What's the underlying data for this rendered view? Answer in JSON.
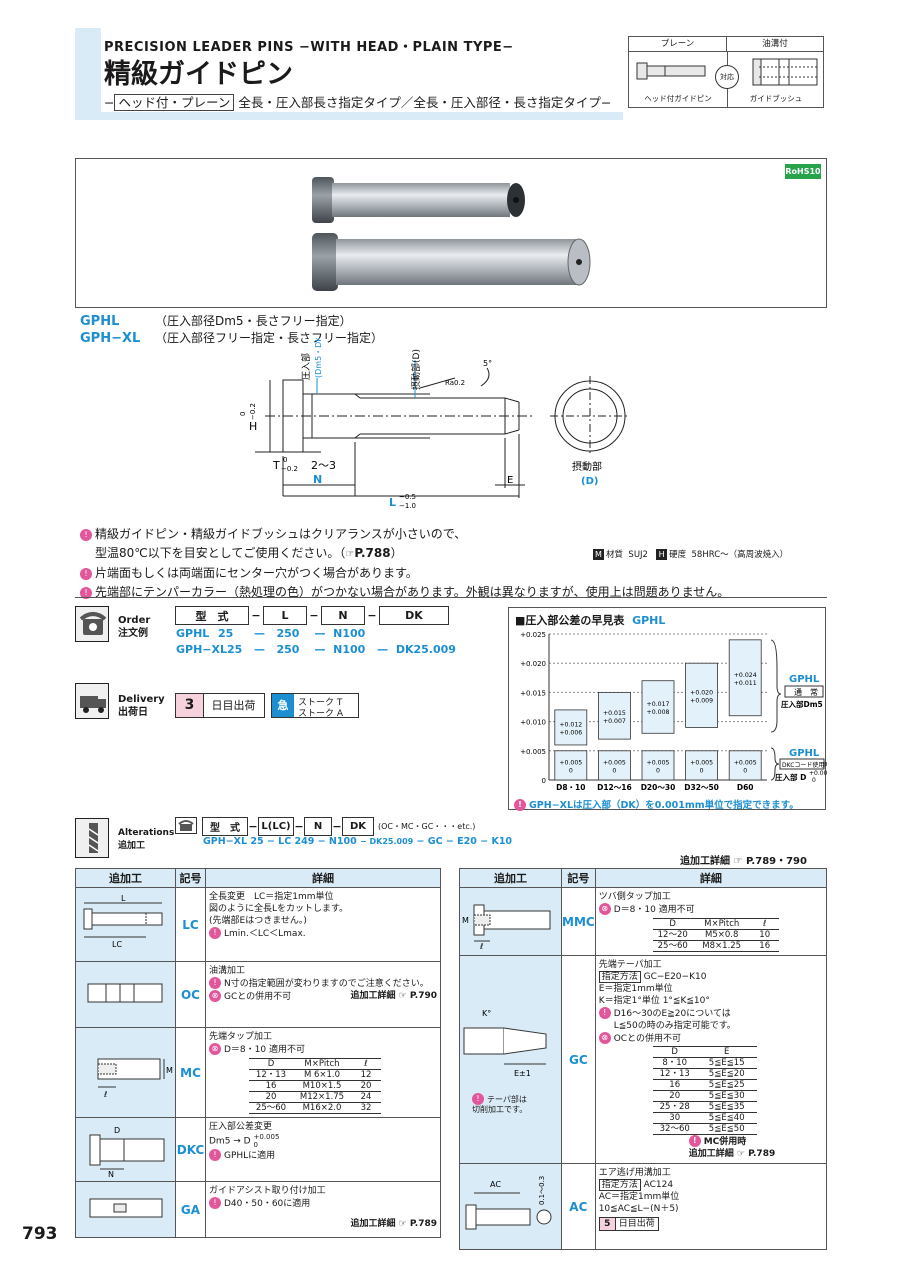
{
  "header": {
    "title_en": "PRECISION LEADER PINS −WITH HEAD・PLAIN TYPE−",
    "title_jp": "精級ガイドピン",
    "subtitle_tag": "ヘッド付・プレーン",
    "subtitle_rest": "全長・圧入部長さ指定タイプ／全長・圧入部径・長さ指定タイプ−"
  },
  "correspondence": {
    "col1": "プレーン",
    "col2": "油溝付",
    "badge": "対応",
    "cap1": "ヘッド付ガイドピン",
    "cap2": "ガイドブッシュ"
  },
  "rohs": "RoHS10",
  "codes": [
    {
      "code": "GPHL",
      "desc": "（圧入部径Dm5・長さフリー指定）"
    },
    {
      "code": "GPH−XL",
      "desc": "（圧入部径フリー指定・長さフリー指定）"
    }
  ],
  "drawing": {
    "press_label": "圧入部",
    "press_dim": "(Dm5・DK)",
    "slide_label": "摂動部(D)",
    "ra": "Ra0.2",
    "angle": "5°",
    "h_label": "H",
    "h_tol_top": "0",
    "h_tol_bot": "−0.2",
    "t_label": "T",
    "t_tol_top": "0",
    "t_tol_bot": "−0.2",
    "step": "2～3",
    "n": "N",
    "l": "L",
    "l_tol_top": "−0.5",
    "l_tol_bot": "−1.0",
    "e": "E",
    "circle_label": "摂動部",
    "circle_d": "(D)"
  },
  "notes": [
    "精級ガイドピン・精級ガイドブッシュはクリアランスが小さいので、",
    "型温80℃以下を目安としてご使用ください。（",
    "P.788",
    "片端面もしくは両端面にセンター穴がつく場合があります。",
    "先端部にテンパーカラー（熱処理の色）がつかない場合があります。外観は異なりますが、使用上は問題ありません。"
  ],
  "material": {
    "m_icon": "M",
    "m_label": "材質",
    "m_value": "SUJ2",
    "h_icon": "H",
    "h_label": "硬度",
    "h_value": "58HRC～（高周波焼入）"
  },
  "order": {
    "label_en": "Order",
    "label_jp": "注文例",
    "headers": [
      "型　式",
      "L",
      "N",
      "DK"
    ],
    "rows": [
      [
        "GPHL",
        "25",
        "250",
        "N100",
        ""
      ],
      [
        "GPH−XL25",
        "",
        "250",
        "N100",
        "DK25.009"
      ]
    ]
  },
  "delivery": {
    "label_en": "Delivery",
    "label_jp": "出荷日",
    "days": "3",
    "days_label": "日目出荷",
    "stroke_t": "ストーク T",
    "stroke_a": "ストーク A"
  },
  "chart_data": {
    "type": "bar",
    "title": "■圧入部公差の早見表",
    "title_code": "GPHL",
    "categories": [
      "D8・10",
      "D12～16",
      "D20～30",
      "D32～50",
      "D60"
    ],
    "y_ticks": [
      "+0.025",
      "+0.020",
      "+0.015",
      "+0.010",
      "+0.005",
      "0"
    ],
    "ylim": [
      0,
      0.025
    ],
    "series": [
      {
        "name": "GPHL 通常",
        "low": [
          0.006,
          0.007,
          0.008,
          0.009,
          0.011
        ],
        "high": [
          0.012,
          0.015,
          0.017,
          0.02,
          0.024
        ],
        "labels": [
          [
            "+0.012",
            "+0.006"
          ],
          [
            "+0.015",
            "+0.007"
          ],
          [
            "+0.017",
            "+0.008"
          ],
          [
            "+0.020",
            "+0.009"
          ],
          [
            "+0.024",
            "+0.011"
          ]
        ]
      },
      {
        "name": "GPHL DKC",
        "low": [
          0,
          0,
          0,
          0,
          0
        ],
        "high": [
          0.005,
          0.005,
          0.005,
          0.005,
          0.005
        ],
        "labels": [
          [
            "+0.005",
            "0"
          ],
          [
            "+0.005",
            "0"
          ],
          [
            "+0.005",
            "0"
          ],
          [
            "+0.005",
            "0"
          ],
          [
            "+0.005",
            "0"
          ]
        ]
      }
    ],
    "legend": {
      "gphl1": "GPHL",
      "normal": "通　常",
      "press_dm5": "圧入部Dm5",
      "gphl2": "GPHL",
      "dkc": "DKCコード使用時",
      "press_d": "圧入部 D",
      "tol_top": "+0.005",
      "tol_bot": "0"
    },
    "footnote": "GPH−XLは圧入部（DK）を0.001mm単位で指定できます。"
  },
  "alterations": {
    "label_en": "Alterations",
    "label_jp": "追加工",
    "headers": [
      "型　式",
      "L(LC)",
      "N",
      "DK"
    ],
    "etc": "(OC・MC・GC・・・etc.)",
    "example": [
      "GPH−XL 25",
      "− LC 249",
      "− N100",
      "− DK25.009",
      "− GC",
      "− E20",
      "− K10"
    ],
    "detail_ref": "追加工詳細",
    "detail_ref_page": "P.789・790"
  },
  "alt_table": {
    "col_h1": "追加工",
    "col_h2": "記号",
    "col_h3": "詳細",
    "lc": {
      "code": "LC",
      "fig_l": "L",
      "fig_lc": "LC",
      "lines": [
        "全長変更　LC＝指定1mm単位",
        "図のように全長Lをカットします。",
        "(先端部Eはつきません。)",
        "Lmin.＜LC＜Lmax."
      ]
    },
    "oc": {
      "code": "OC",
      "lines": [
        "油溝加工",
        "N寸の指定範囲が変わりますのでご注意ください。",
        "GCとの併用不可"
      ],
      "ref": "追加工詳細",
      "ref_page": "P.790"
    },
    "mc": {
      "code": "MC",
      "fig_l": "ℓ",
      "fig_m": "M",
      "lines": [
        "先端タップ加工",
        "D＝8・10 適用不可"
      ],
      "table_head": [
        "D",
        "M×Pitch",
        "ℓ"
      ],
      "table": [
        [
          "12・13",
          "M 6×1.0",
          "12"
        ],
        [
          "16",
          "M10×1.5",
          "20"
        ],
        [
          "20",
          "M12×1.75",
          "24"
        ],
        [
          "25～60",
          "M16×2.0",
          "32"
        ]
      ]
    },
    "dkc": {
      "code": "DKC",
      "fig_n": "N",
      "fig_d": "D",
      "lines": [
        "圧入部公差変更",
        "Dm5 → D",
        "GPHLに適用"
      ],
      "tol_top": "+0.005",
      "tol_bot": "0"
    },
    "ga": {
      "code": "GA",
      "lines": [
        "ガイドアシスト取り付け加工",
        "D40・50・60に適用"
      ],
      "ref": "追加工詳細",
      "ref_page": "P.789"
    },
    "mmc": {
      "code": "MMC",
      "fig_m": "M",
      "fig_l": "ℓ",
      "lines": [
        "ツバ側タップ加工",
        "D＝8・10 適用不可"
      ],
      "table_head": [
        "D",
        "M×Pitch",
        "ℓ"
      ],
      "table": [
        [
          "12～20",
          "M5×0.8",
          "10"
        ],
        [
          "25～60",
          "M8×1.25",
          "16"
        ]
      ]
    },
    "gc": {
      "code": "GC",
      "fig_k": "K°",
      "fig_e": "E±1",
      "fig_note1": "テーパ部は",
      "fig_note2": "切削加工です。",
      "title": "先端テーパ加工",
      "spec_label": "指定方法",
      "spec_value": "GC−E20−K10",
      "lines": [
        "E＝指定1mm単位",
        "K＝指定1°単位 1°≦K≦10°",
        "D16～30のE≧20については",
        "L≦50の時のみ指定可能です。",
        "OCとの併用不可"
      ],
      "table_head": [
        "D",
        "E"
      ],
      "table": [
        [
          "8・10",
          "5≦E≦15"
        ],
        [
          "12・13",
          "5≦E≦20"
        ],
        [
          "16",
          "5≦E≦25"
        ],
        [
          "20",
          "5≦E≦30"
        ],
        [
          "25・28",
          "5≦E≦35"
        ],
        [
          "30",
          "5≦E≦40"
        ],
        [
          "32～60",
          "5≦E≦50"
        ]
      ],
      "mc_note": "MC併用時",
      "ref": "追加工詳細",
      "ref_page": "P.789"
    },
    "ac": {
      "code": "AC",
      "fig_ac": "AC",
      "fig_dim": "0.1～0.3",
      "title": "エア逃げ用溝加工",
      "spec_label": "指定方法",
      "spec_value": "AC124",
      "lines": [
        "AC＝指定1mm単位",
        "10≦AC≦L−(N＋5)"
      ],
      "days": "5",
      "days_label": "日目出荷"
    }
  },
  "page_number": "793"
}
